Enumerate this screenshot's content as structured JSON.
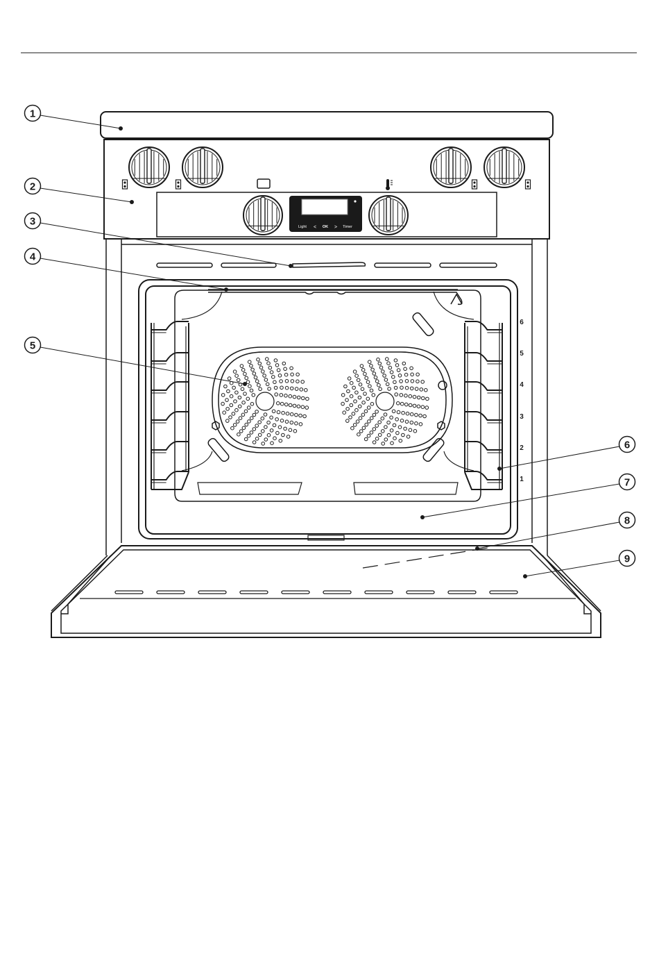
{
  "callouts": [
    "1",
    "2",
    "3",
    "4",
    "5",
    "6",
    "7",
    "8",
    "9"
  ],
  "display": {
    "buttons": [
      "Light",
      "<",
      "OK",
      ">",
      "Timer"
    ]
  },
  "shelf_levels": [
    "6",
    "5",
    "4",
    "3",
    "2",
    "1"
  ],
  "colors": {
    "line": "#1a1a1a",
    "background": "#ffffff"
  },
  "icons": [
    "burner-indicator-icon",
    "oven-function-icon",
    "thermometer-icon"
  ]
}
